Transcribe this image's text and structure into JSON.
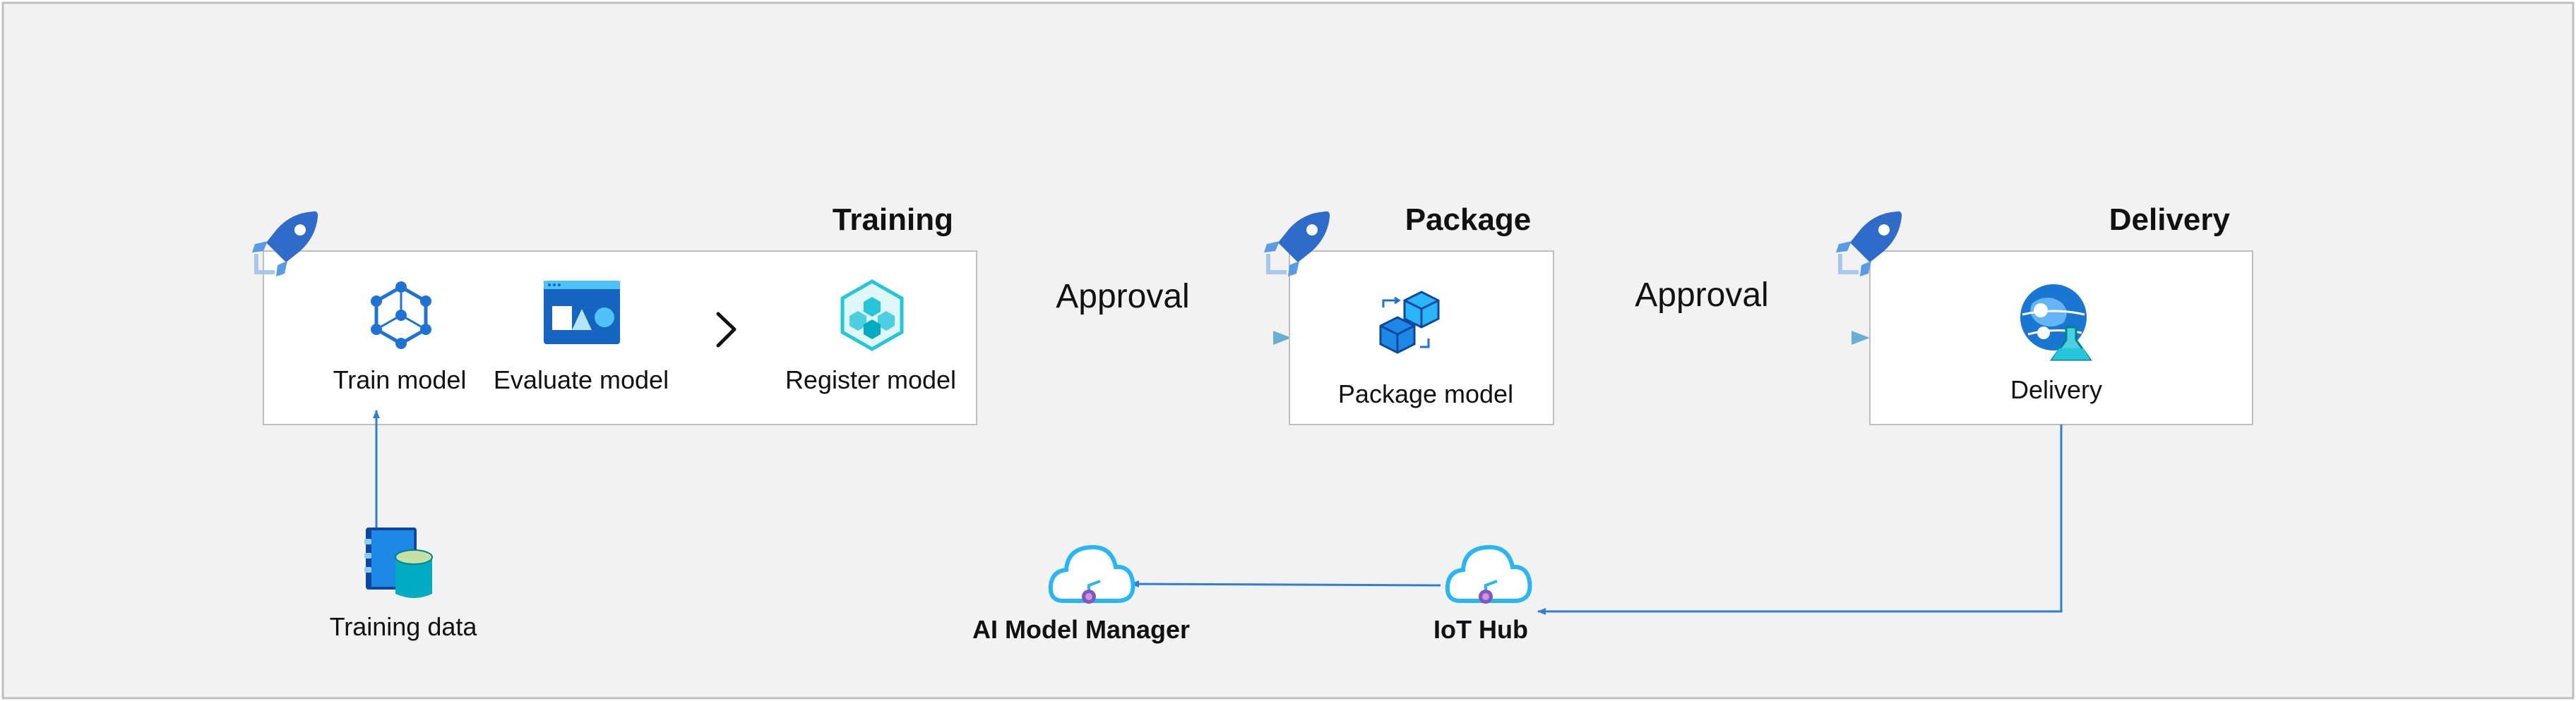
{
  "stages": [
    {
      "title": "Training",
      "steps": [
        "Train model",
        "Evaluate model",
        "Register model"
      ]
    },
    {
      "title": "Package",
      "steps": [
        "Package model"
      ]
    },
    {
      "title": "Delivery",
      "steps": [
        "Delivery"
      ]
    }
  ],
  "connectors": {
    "approval_1": "Approval",
    "approval_2": "Approval"
  },
  "data_source": {
    "label": "Training data"
  },
  "targets": {
    "iot_hub": "IoT Hub",
    "model_manager": "AI Model Manager"
  },
  "colors": {
    "background": "#f2f2f2",
    "box_border": "#bfbfbf",
    "accent_blue": "#1e73d4",
    "arrow_blue": "#2f7fd9",
    "approval_yellow": "#ffee00",
    "approval_blue": "#6aaed6"
  },
  "icons": {
    "pipeline": "azure-pipelines-rocket-icon",
    "train": "network-cube-icon",
    "evaluate": "dashboard-window-icon",
    "register": "model-registry-icon",
    "package": "cubes-cycle-icon",
    "delivery": "globe-flask-icon",
    "data": "notebook-database-icon",
    "cloud": "iot-cloud-icon"
  }
}
